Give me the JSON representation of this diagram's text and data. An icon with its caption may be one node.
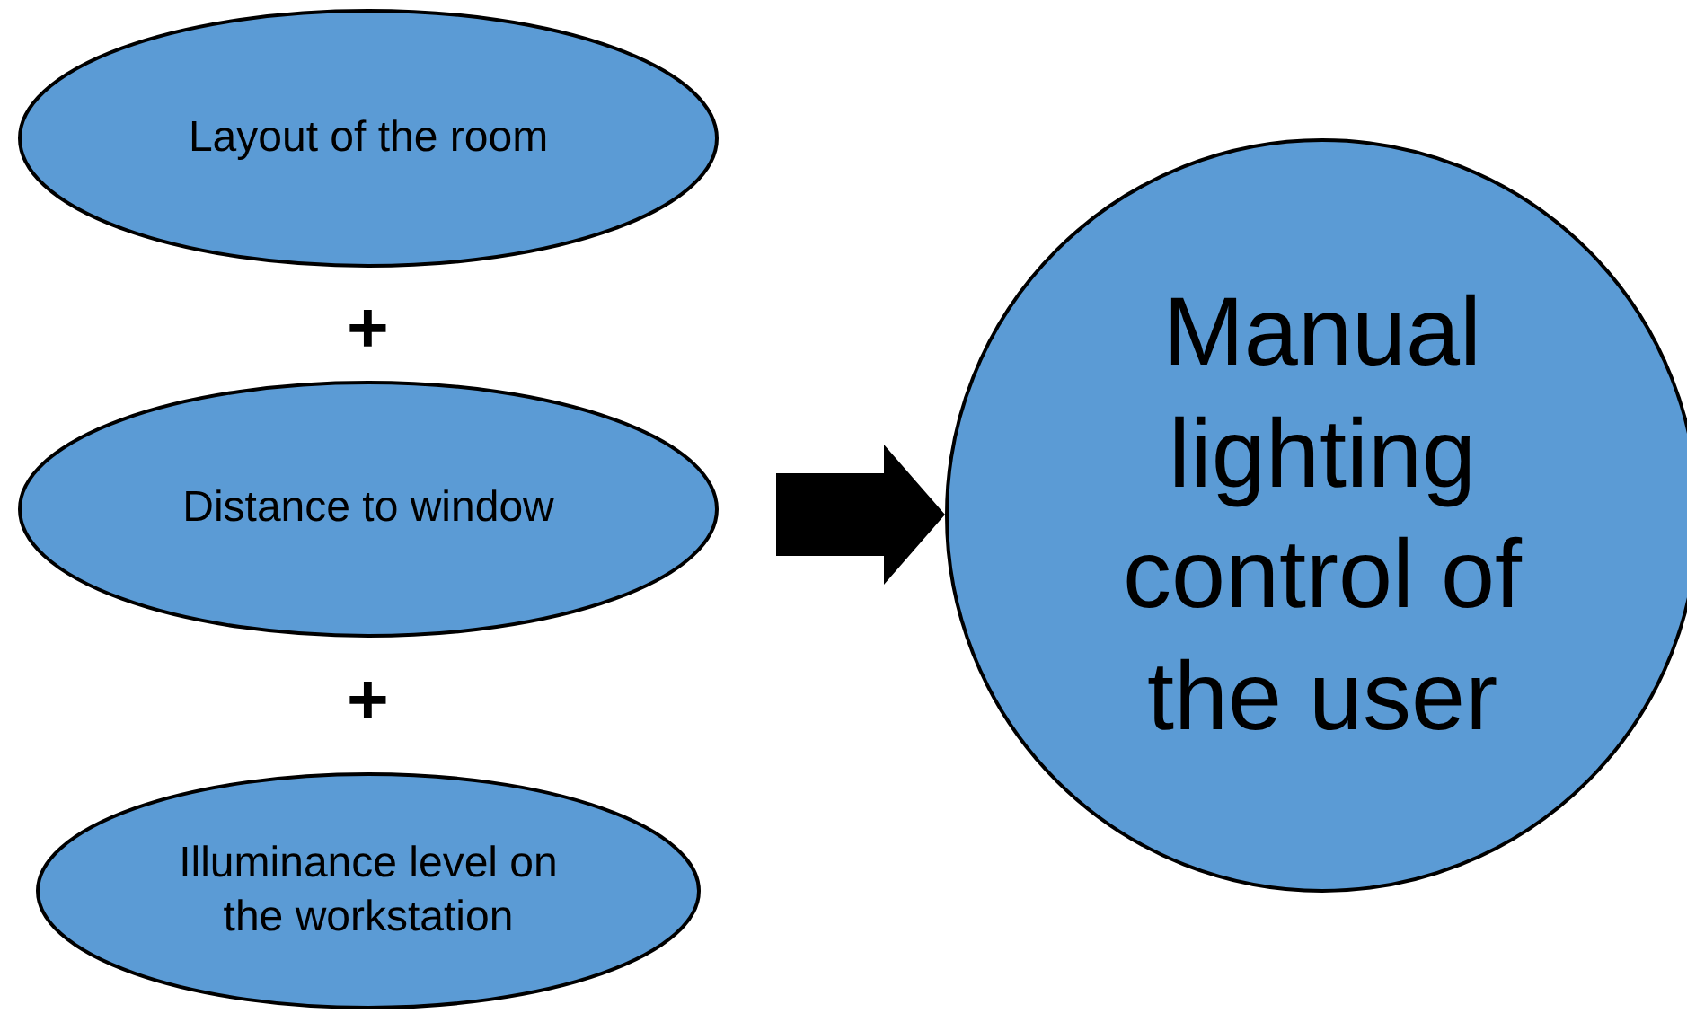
{
  "diagram": {
    "nodes": [
      {
        "text": [
          "Layout of the room"
        ]
      },
      {
        "text": [
          "Distance to window"
        ]
      },
      {
        "text": [
          "Illuminance level on the workstation"
        ]
      },
      {
        "text": [
          "Manual lighting control of the user"
        ]
      }
    ],
    "edges": [
      {
        "from": 1,
        "to": 3,
        "arrow": "to",
        "style": "thick"
      }
    ],
    "labels": [
      "+",
      "+"
    ]
  }
}
